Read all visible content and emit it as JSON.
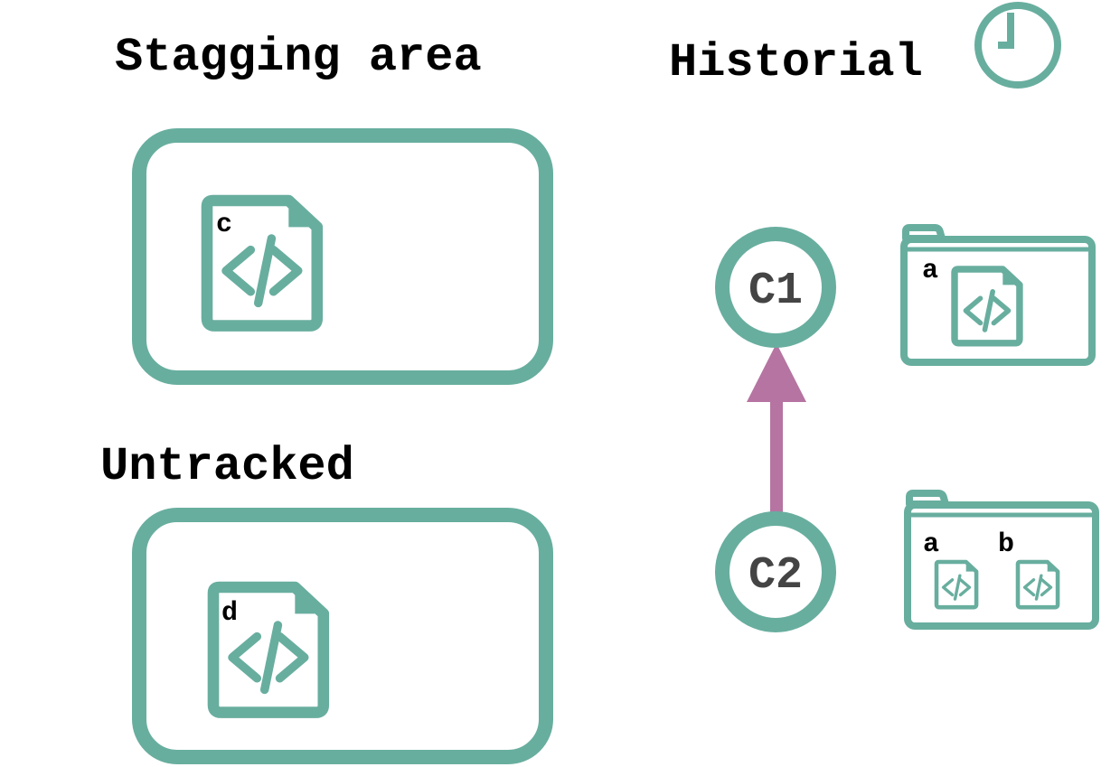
{
  "colors": {
    "primary": "#68ae9f",
    "arrow": "#b574a1",
    "commit_text": "#444444",
    "text": "#000000"
  },
  "staging": {
    "title": "Stagging area",
    "file_label": "c"
  },
  "untracked": {
    "title": "Untracked",
    "file_label": "d"
  },
  "history": {
    "title": "Historial",
    "icon": "clock-icon",
    "commits": [
      {
        "label": "C1",
        "files": [
          "a"
        ]
      },
      {
        "label": "C2",
        "files": [
          "a",
          "b"
        ]
      }
    ]
  }
}
